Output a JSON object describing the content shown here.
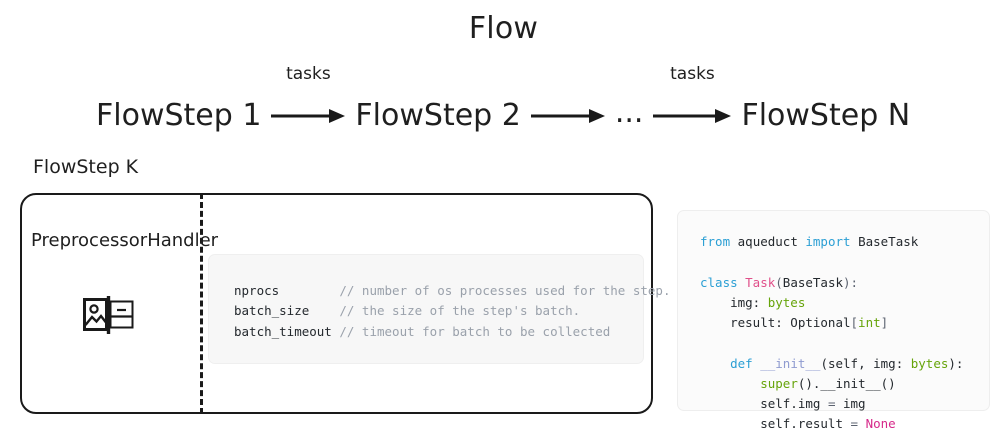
{
  "title": "Flow",
  "chain": {
    "steps": [
      "FlowStep 1",
      "FlowStep 2",
      "...",
      "FlowStep N"
    ],
    "arrow_labels": [
      "tasks",
      "",
      "tasks"
    ]
  },
  "flowstep_k": {
    "label": "FlowStep K",
    "handler_label": "PreprocessorHandler",
    "icon_name": "image-document-icon"
  },
  "params": {
    "rows": [
      {
        "name": "nprocs        ",
        "comment": "// number of os processes used for the step."
      },
      {
        "name": "batch_size    ",
        "comment": "// the size of the step's batch."
      },
      {
        "name": "batch_timeout ",
        "comment": "// timeout for batch to be collected"
      }
    ]
  },
  "code": {
    "language": "python",
    "lines": [
      [
        {
          "t": "from ",
          "c": "kw"
        },
        {
          "t": "aqueduct ",
          "c": "plain"
        },
        {
          "t": "import ",
          "c": "kw"
        },
        {
          "t": "BaseTask",
          "c": "plain"
        }
      ],
      [
        {
          "t": "",
          "c": "plain"
        }
      ],
      [
        {
          "t": "class ",
          "c": "kw"
        },
        {
          "t": "Task",
          "c": "cls"
        },
        {
          "t": "(",
          "c": "punc"
        },
        {
          "t": "BaseTask",
          "c": "plain"
        },
        {
          "t": "):",
          "c": "punc"
        }
      ],
      [
        {
          "t": "    img: ",
          "c": "plain"
        },
        {
          "t": "bytes",
          "c": "bi"
        }
      ],
      [
        {
          "t": "    result: Optional",
          "c": "plain"
        },
        {
          "t": "[",
          "c": "punc"
        },
        {
          "t": "int",
          "c": "bi"
        },
        {
          "t": "]",
          "c": "punc"
        }
      ],
      [
        {
          "t": "",
          "c": "plain"
        }
      ],
      [
        {
          "t": "    def ",
          "c": "kw"
        },
        {
          "t": "__init__",
          "c": "fn"
        },
        {
          "t": "(self, img: ",
          "c": "plain"
        },
        {
          "t": "bytes",
          "c": "bi"
        },
        {
          "t": "):",
          "c": "plain"
        }
      ],
      [
        {
          "t": "        ",
          "c": "plain"
        },
        {
          "t": "super",
          "c": "bi"
        },
        {
          "t": "().__init__()",
          "c": "plain"
        }
      ],
      [
        {
          "t": "        self.img ",
          "c": "plain"
        },
        {
          "t": "=",
          "c": "punc"
        },
        {
          "t": " img",
          "c": "plain"
        }
      ],
      [
        {
          "t": "        self.result ",
          "c": "plain"
        },
        {
          "t": "=",
          "c": "punc"
        },
        {
          "t": " ",
          "c": "plain"
        },
        {
          "t": "None",
          "c": "const"
        }
      ]
    ]
  },
  "colors": {
    "keyword": "#2b9fd4",
    "class": "#e0508a",
    "function": "#8f9bd0",
    "builtin": "#66a40a",
    "constant": "#d6298a",
    "text": "#24292e",
    "comment": "#9aa1ab",
    "panel_bg": "#fbfbfb",
    "params_bg": "#f7f7f7",
    "stroke": "#1a1a1a"
  }
}
